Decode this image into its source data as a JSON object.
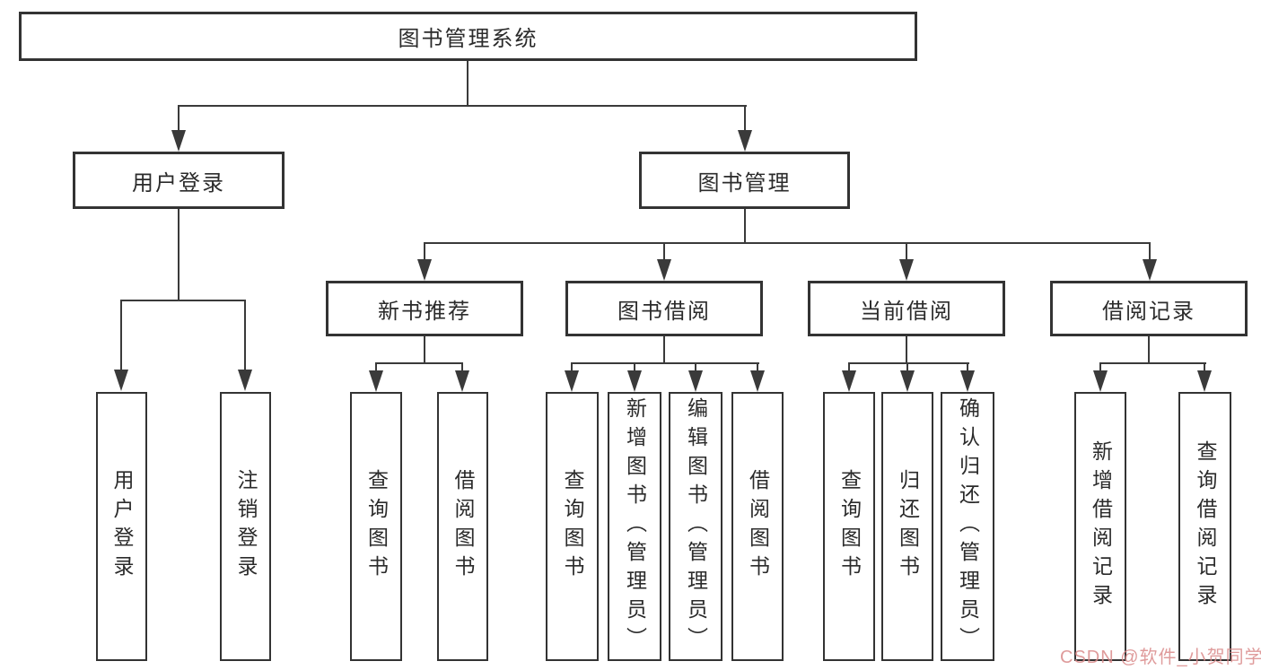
{
  "diagram": {
    "title": "图书管理系统",
    "nodes": {
      "root": "图书管理系统",
      "user_login": "用户登录",
      "book_mgmt": "图书管理",
      "new_book": "新书推荐",
      "book_borrow": "图书借阅",
      "current_borrow": "当前借阅",
      "borrow_records": "借阅记录",
      "ul_login": "用户登录",
      "ul_logout": "注销登录",
      "nb_query": "查询图书",
      "nb_borrow": "借阅图书",
      "bw_query": "查询图书",
      "bw_add": "新增图书（管理员）",
      "bw_edit": "编辑图书（管理员）",
      "bw_borrow": "借阅图书",
      "cb_query": "查询图书",
      "cb_return": "归还图书",
      "cb_confirm": "确认归还（管理员）",
      "rc_add": "新增借阅记录",
      "rc_query": "查询借阅记录"
    },
    "colors": {
      "line": "#3a3a3a",
      "border": "#333333",
      "text": "#2b2b2b",
      "watermark_text": "#d98989"
    }
  },
  "watermark": {
    "text": "CSDN @软件_小贺同学"
  }
}
